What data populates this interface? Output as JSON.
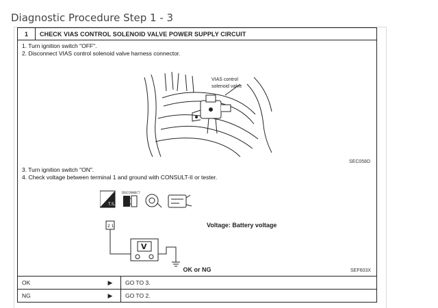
{
  "page": {
    "title": "Diagnostic Procedure Step 1 - 3"
  },
  "procedure": {
    "step_number": "1",
    "step_title": "CHECK VIAS CONTROL SOLENOID VALVE POWER SUPPLY CIRCUIT",
    "instructions": [
      "1.  Turn ignition switch \"OFF\".",
      "2.  Disconnect VIAS control solenoid valve harness connector.",
      "3.  Turn ignition switch \"ON\".",
      "4.  Check voltage between terminal 1 and ground with CONSULT-II or tester."
    ],
    "figure1": {
      "callout_line1": "VIAS control",
      "callout_line2": "solenoid valve",
      "code": "SEC058D"
    },
    "figure2": {
      "voltage_label": "Voltage: Battery voltage",
      "meter_letter": "V",
      "code": "SEF603X",
      "connector_label": "2 1",
      "icon_ts": "T.S.",
      "icon_disconnect": "DISCONNECT"
    },
    "result_heading": "OK or NG",
    "results": [
      {
        "label": "OK",
        "arrow": "▶",
        "action": "GO TO 3."
      },
      {
        "label": "NG",
        "arrow": "▶",
        "action": "GO TO 2."
      }
    ]
  },
  "colors": {
    "border": "#222222",
    "panel_border": "#d8d8d8",
    "title": "#444444"
  }
}
